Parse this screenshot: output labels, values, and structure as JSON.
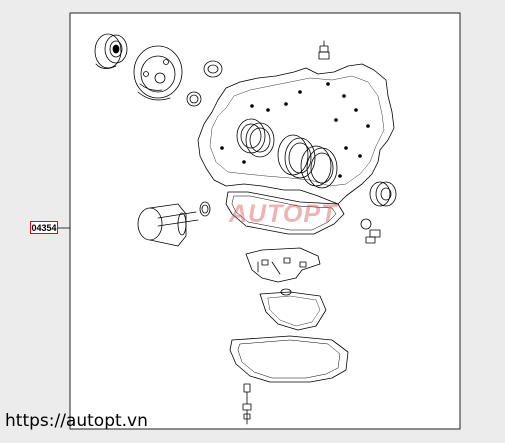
{
  "diagram": {
    "part_number": "04354",
    "watermark_text": "AUTOPT",
    "site_url": "https://autopt.vn"
  },
  "colors": {
    "background": "#ececec",
    "line": "#000000",
    "callout_border": "#c8141c",
    "watermark": "#d13a3f"
  }
}
